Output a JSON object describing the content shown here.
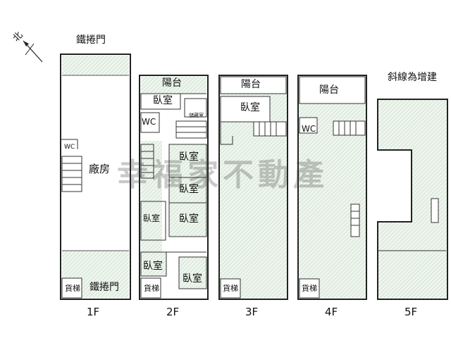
{
  "compass": {
    "label": "北",
    "icon": "north-arrow-icon"
  },
  "note_hatched": "斜線為增建",
  "watermark": "幸福家不動產",
  "floors": [
    {
      "label": "1F",
      "rooms": {
        "rolling_door_top": "鐵捲門",
        "factory": "廠房",
        "wc": "WC",
        "elevator": "貨梯",
        "rolling_door_bottom": "鐵捲門"
      }
    },
    {
      "label": "2F",
      "rooms": {
        "balcony": "陽台",
        "bedroom1": "臥室",
        "storage": "儲藏室",
        "wc": "WC",
        "bedroom2": "臥室",
        "bedroom3": "臥室",
        "bedroom4": "臥室",
        "bedroom5": "臥室",
        "bedroom6": "臥室",
        "bedroom7": "臥室",
        "elevator": "貨梯"
      }
    },
    {
      "label": "3F",
      "rooms": {
        "balcony": "陽台",
        "bedroom": "臥室",
        "elevator": "貨梯"
      }
    },
    {
      "label": "4F",
      "rooms": {
        "balcony": "陽台",
        "wc": "WC",
        "elevator": "貨梯"
      }
    },
    {
      "label": "5F",
      "rooms": {}
    }
  ]
}
